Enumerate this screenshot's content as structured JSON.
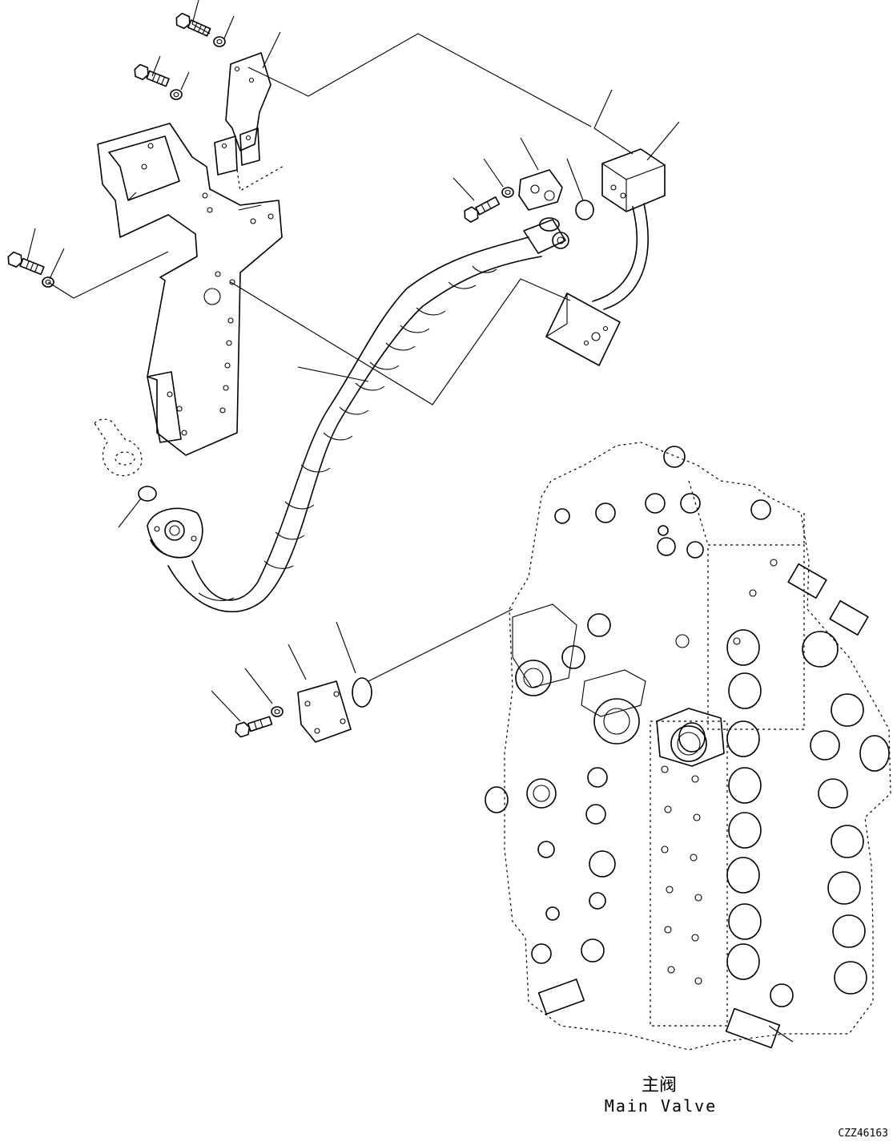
{
  "diagram": {
    "component_label_cn": "主阀",
    "component_label_en": "Main Valve",
    "figure_code": "CZZ46163"
  },
  "icons": [
    "bolt-icon",
    "washer-icon",
    "o-ring-icon",
    "bracket-icon",
    "hose-icon",
    "main-valve-icon",
    "flange-icon",
    "block-icon"
  ]
}
